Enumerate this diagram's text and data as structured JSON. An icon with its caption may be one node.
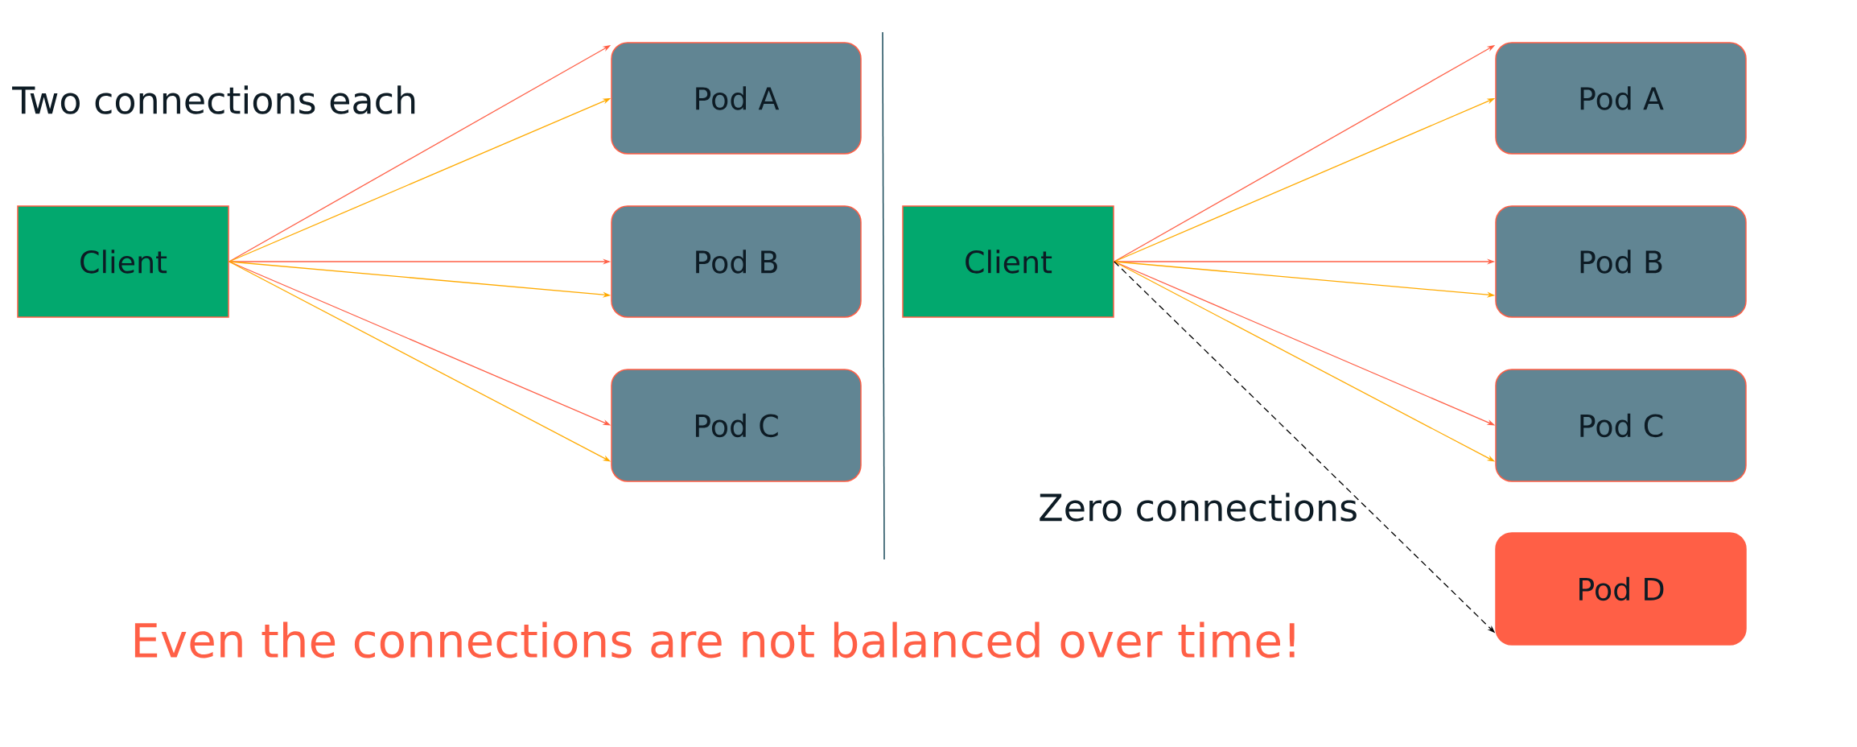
{
  "diagram": {
    "nodes": [
      {
        "text": [
          "Client"
        ]
      },
      {
        "text": [
          "Pod A"
        ]
      },
      {
        "text": [
          "Pod B"
        ]
      },
      {
        "text": [
          "Pod C"
        ]
      },
      {
        "text": [
          "Client"
        ]
      },
      {
        "text": [
          "Pod A"
        ]
      },
      {
        "text": [
          "Pod B"
        ]
      },
      {
        "text": [
          "Pod C"
        ]
      },
      {
        "text": [
          "Pod D"
        ]
      }
    ],
    "edges": [
      {
        "from": 0,
        "to": 1,
        "arrow": "to",
        "color": "#ff5f46"
      },
      {
        "from": 0,
        "to": 1,
        "arrow": "to",
        "color": "#ffaa00"
      },
      {
        "from": 0,
        "to": 2,
        "arrow": "to",
        "color": "#ff5f46"
      },
      {
        "from": 0,
        "to": 2,
        "arrow": "to",
        "color": "#ffaa00"
      },
      {
        "from": 0,
        "to": 3,
        "arrow": "to",
        "color": "#ff5f46"
      },
      {
        "from": 0,
        "to": 3,
        "arrow": "to",
        "color": "#ffaa00"
      },
      {
        "from": 4,
        "to": 5,
        "arrow": "to",
        "color": "#ff5f46"
      },
      {
        "from": 4,
        "to": 5,
        "arrow": "to",
        "color": "#ffaa00"
      },
      {
        "from": 4,
        "to": 6,
        "arrow": "to",
        "color": "#ff5f46"
      },
      {
        "from": 4,
        "to": 6,
        "arrow": "to",
        "color": "#ffaa00"
      },
      {
        "from": 4,
        "to": 7,
        "arrow": "to",
        "color": "#ff5f46"
      },
      {
        "from": 4,
        "to": 7,
        "arrow": "to",
        "color": "#ffaa00"
      },
      {
        "from": 4,
        "to": 8,
        "arrow": "to",
        "style": "dashed",
        "color": "#000000"
      }
    ],
    "labels": [
      "Two connections each",
      "Zero connections",
      "Even the connections are not balanced over time!"
    ]
  }
}
